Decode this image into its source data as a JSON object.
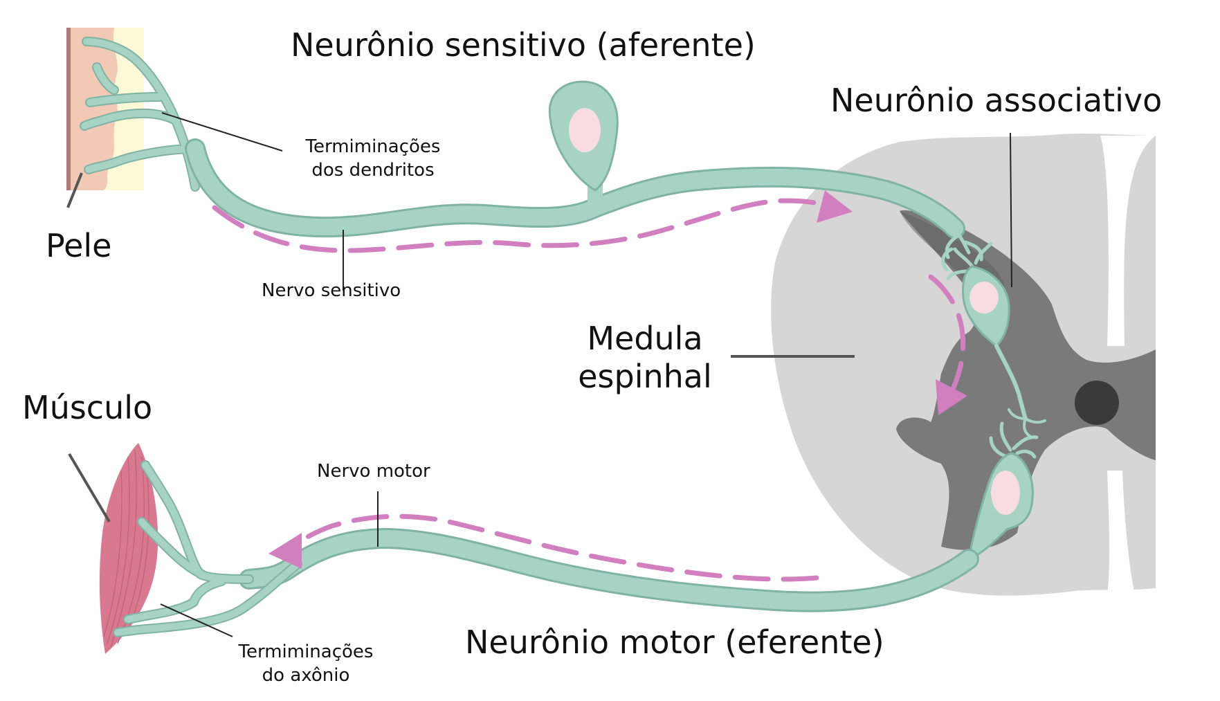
{
  "labels": {
    "sensory_neuron": "Neurônio sensitivo (aferente)",
    "association_neuron": "Neurônio associativo",
    "motor_neuron": "Neurônio motor (eferente)",
    "skin": "Pele",
    "muscle": "Músculo",
    "spinal_cord_line1": "Medula",
    "spinal_cord_line2": "espinhal",
    "dendrite_endings_line1": "Termiminações",
    "dendrite_endings_line2": "dos dendritos",
    "sensory_nerve": "Nervo sensitivo",
    "motor_nerve": "Nervo motor",
    "axon_endings_line1": "Termiminações",
    "axon_endings_line2": "do axônio"
  },
  "colors": {
    "neuron": "#a7d3c4",
    "neuron_outline": "#7fb3a3",
    "nucleus": "#f7dde3",
    "signal_arrow": "#d27fc0",
    "white_matter": "#d6d6d6",
    "gray_matter": "#7a7a7a",
    "central_canal": "#3a3a3a",
    "skin_outer": "#f2c9b5",
    "skin_inner": "#fdf9d6",
    "muscle": "#d9798f",
    "leader_line": "#222222"
  }
}
